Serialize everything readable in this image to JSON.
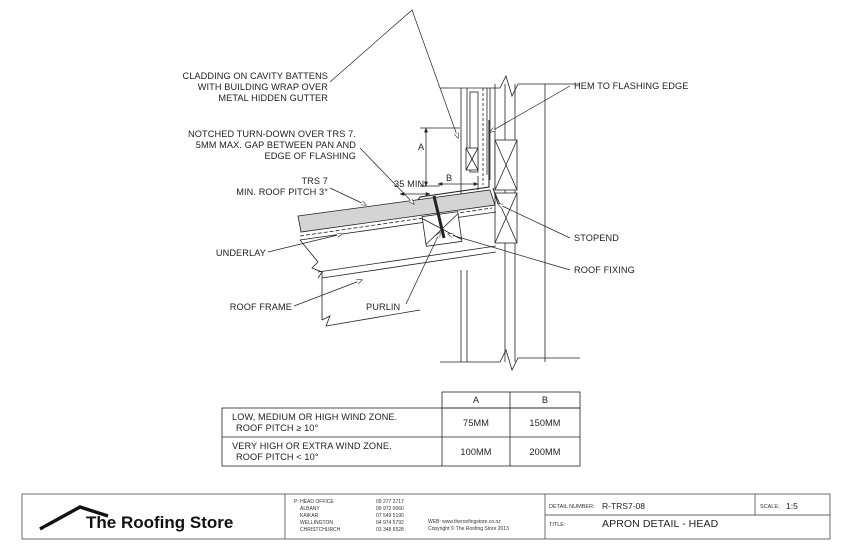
{
  "callouts": {
    "cladding": [
      "CLADDING ON CAVITY BATTENS",
      "WITH BUILDING WRAP OVER",
      "METAL HIDDEN GUTTER"
    ],
    "notched": [
      "NOTCHED TURN-DOWN OVER TRS 7.",
      "5MM MAX. GAP BETWEEN PAN AND",
      "EDGE OF FLASHING"
    ],
    "trs": [
      "TRS 7",
      "MIN. ROOF PITCH 3°"
    ],
    "underlay": "UNDERLAY",
    "roof_frame": "ROOF FRAME",
    "purlin": "PURLIN",
    "hem": "HEM TO FLASHING EDGE",
    "stopend": "STOPEND",
    "roof_fixing": "ROOF FIXING"
  },
  "dimensions": {
    "a": "A",
    "b": "B",
    "min35": "35 MIN."
  },
  "table": {
    "headers": [
      "",
      "A",
      "B"
    ],
    "rows": [
      {
        "condition": [
          "LOW, MEDIUM OR HIGH WIND ZONE.",
          "ROOF PITCH ≥ 10°"
        ],
        "a": "75MM",
        "b": "150MM"
      },
      {
        "condition": [
          "VERY HIGH OR EXTRA WIND ZONE.",
          "ROOF PITCH < 10°"
        ],
        "a": "100MM",
        "b": "200MM"
      }
    ]
  },
  "title_block": {
    "company": "The Roofing Store",
    "offices": [
      {
        "name": "P: HEAD OFFICE",
        "phone": "09 277 2717"
      },
      {
        "name": "ALBANY",
        "phone": "09 972 0060"
      },
      {
        "name": "KAIKAR",
        "phone": "07 549 5190"
      },
      {
        "name": "WELLINGTON",
        "phone": "04 974 5792"
      },
      {
        "name": "CHRISTCHURCH",
        "phone": "03 348 6528"
      }
    ],
    "web": "WEB: www.theroofingstore.co.nz",
    "copyright": "Copyright © The Roofing Store 2013",
    "detail_number_label": "DETAIL NUMBER:",
    "detail_number": "R-TRS7-08",
    "scale_label": "SCALE:",
    "scale": "1:5",
    "title_label": "TITLE:",
    "title": "APRON DETAIL - HEAD"
  }
}
